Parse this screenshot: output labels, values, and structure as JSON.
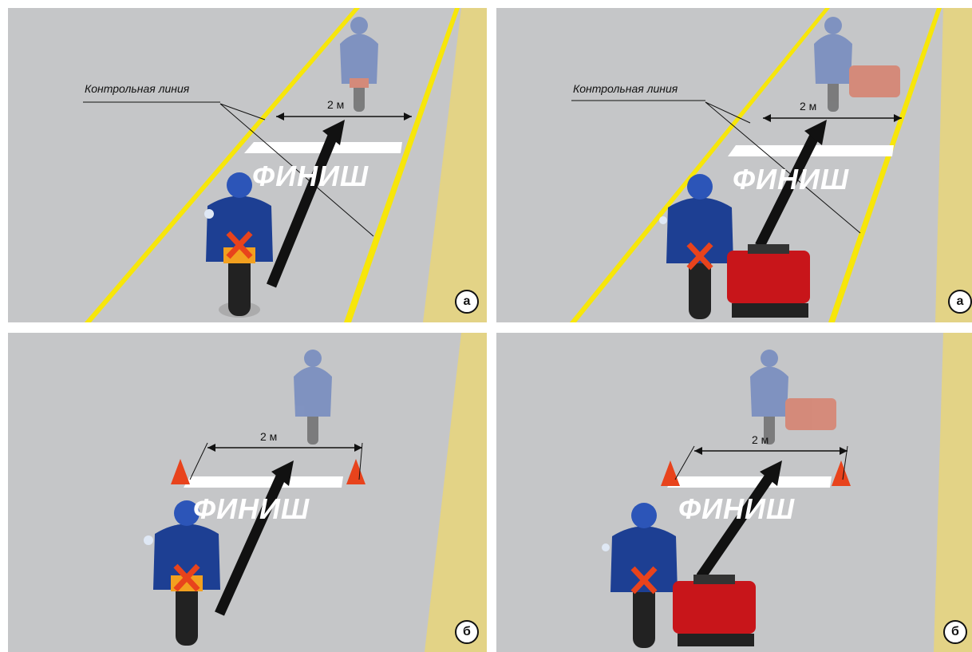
{
  "panels": [
    {
      "id": "moto-line",
      "vehicle": "motorcycle",
      "marker": "line",
      "control_line_label": "Контрольная линия",
      "distance_label": "2 м",
      "finish_text": "ФИНИШ",
      "letter": "а"
    },
    {
      "id": "sidecar-line",
      "vehicle": "sidecar",
      "marker": "line",
      "control_line_label": "Контрольная линия",
      "distance_label": "2 м",
      "finish_text": "ФИНИШ",
      "letter": "а"
    },
    {
      "id": "moto-cones",
      "vehicle": "motorcycle",
      "marker": "cones",
      "distance_label": "2 м",
      "finish_text": "ФИНИШ",
      "letter": "б"
    },
    {
      "id": "sidecar-cones",
      "vehicle": "sidecar",
      "marker": "cones",
      "distance_label": "2 м",
      "finish_text": "ФИНИШ",
      "letter": "б"
    }
  ],
  "colors": {
    "road": "#c5c6c8",
    "shoulder": "#e3d386",
    "line_yellow": "#f7e60a",
    "rider": "#1d3f93",
    "helmet": "#2c55b8",
    "sidecar": "#c8151a",
    "cone": "#e8431c",
    "arrow": "#111111"
  }
}
